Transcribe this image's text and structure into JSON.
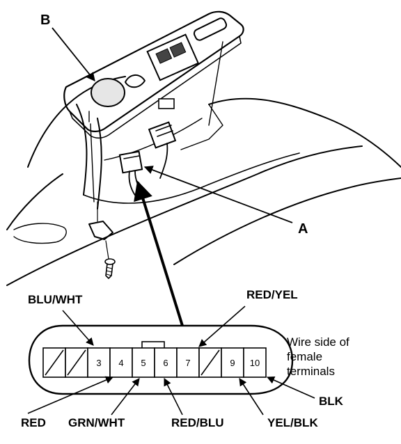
{
  "callouts": {
    "a": "A",
    "b": "B"
  },
  "wires": {
    "blu_wht": "BLU/WHT",
    "red_yel": "RED/YEL",
    "red": "RED",
    "grn_wht": "GRN/WHT",
    "red_blu": "RED/BLU",
    "yel_blk": "YEL/BLK",
    "blk": "BLK"
  },
  "connector_note": [
    "Wire side of",
    "female",
    "terminals"
  ],
  "terminals": [
    {
      "label": "",
      "blank": true
    },
    {
      "label": "",
      "blank": true
    },
    {
      "label": "3",
      "blank": false
    },
    {
      "label": "4",
      "blank": false
    },
    {
      "label": "5",
      "blank": false
    },
    {
      "label": "6",
      "blank": false
    },
    {
      "label": "7",
      "blank": false
    },
    {
      "label": "",
      "blank": true
    },
    {
      "label": "9",
      "blank": false
    },
    {
      "label": "10",
      "blank": false
    }
  ]
}
